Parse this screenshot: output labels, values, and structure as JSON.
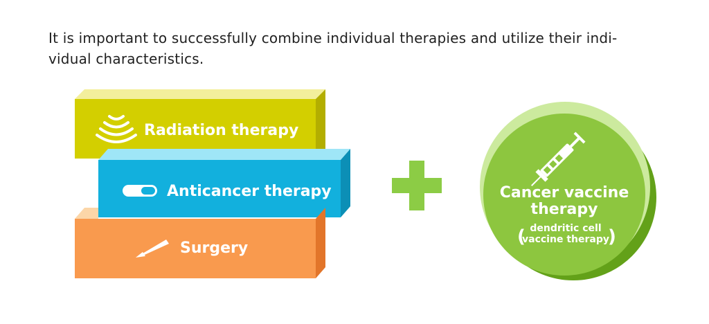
{
  "intro": {
    "line1": "It is important to successfully combine individual therapies and utilize their indi-",
    "line2": "vidual characteristics."
  },
  "therapies": [
    {
      "label": "Radiation therapy",
      "icon": "radiation-waves-icon",
      "color": "#d3cf00"
    },
    {
      "label": "Anticancer therapy",
      "icon": "pill-capsule-icon",
      "color": "#12b0dd"
    },
    {
      "label": "Surgery",
      "icon": "scalpel-icon",
      "color": "#f99a4e"
    }
  ],
  "operator": {
    "symbol": "plus-icon",
    "color": "#8ccc45"
  },
  "vaccine": {
    "title_line1": "Cancer vaccine",
    "title_line2": "therapy",
    "sub_line1": "dendritic cell",
    "sub_line2": "vaccine therapy",
    "paren_open": "(",
    "paren_close": ")",
    "icon": "syringe-icon",
    "color": "#8dc63f"
  }
}
